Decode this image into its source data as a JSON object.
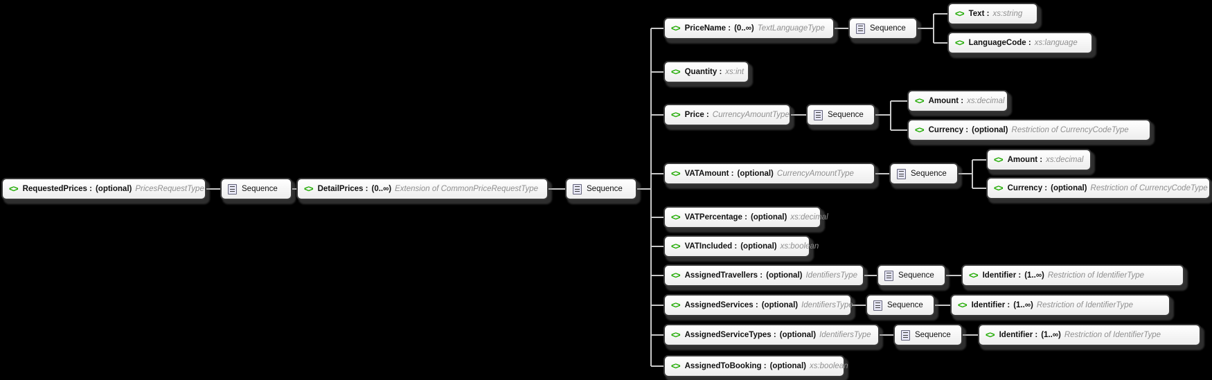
{
  "diagram": {
    "background_color": "#000000",
    "element_icon_glyph": "<>",
    "element_icon_color": "#1faa00",
    "connector_color": "#c9c9c9",
    "sequence_label": "Sequence",
    "structure": "RequestedPrices > Sequence > DetailPrices > Sequence > [PriceName > Sequence > (Text, LanguageCode)], Quantity, [Price > Sequence > (Amount, Currency)], [VATAmount > Sequence > (Amount, Currency)], VATPercentage, VATIncluded, [AssignedTravellers > Sequence > Identifier], [AssignedServices > Sequence > Identifier], [AssignedServiceTypes > Sequence > Identifier], AssignedToBooking",
    "nodes": {
      "requestedPrices": {
        "label": "RequestedPrices :",
        "cardinality": "(optional)",
        "type": "PricesRequestType"
      },
      "detailPrices": {
        "label": "DetailPrices :",
        "cardinality": "(0..∞)",
        "type": "Extension of CommonPriceRequestType"
      },
      "priceName": {
        "label": "PriceName :",
        "cardinality": "(0..∞)",
        "type": "TextLanguageType"
      },
      "text": {
        "label": "Text :",
        "type": "xs:string"
      },
      "languageCode": {
        "label": "LanguageCode :",
        "type": "xs:language"
      },
      "quantity": {
        "label": "Quantity :",
        "type": "xs:int"
      },
      "price": {
        "label": "Price :",
        "type": "CurrencyAmountType"
      },
      "priceAmount": {
        "label": "Amount :",
        "type": "xs:decimal"
      },
      "priceCurrency": {
        "label": "Currency :",
        "cardinality": "(optional)",
        "type": "Restriction of CurrencyCodeType"
      },
      "vatAmount": {
        "label": "VATAmount :",
        "cardinality": "(optional)",
        "type": "CurrencyAmountType"
      },
      "vatAmountAmount": {
        "label": "Amount :",
        "type": "xs:decimal"
      },
      "vatAmountCurrency": {
        "label": "Currency :",
        "cardinality": "(optional)",
        "type": "Restriction of CurrencyCodeType"
      },
      "vatPercentage": {
        "label": "VATPercentage :",
        "cardinality": "(optional)",
        "type": "xs:decimal"
      },
      "vatIncluded": {
        "label": "VATIncluded :",
        "cardinality": "(optional)",
        "type": "xs:boolean"
      },
      "assignedTravellers": {
        "label": "AssignedTravellers :",
        "cardinality": "(optional)",
        "type": "IdentifiersType"
      },
      "assignedTravellersIdentifier": {
        "label": "Identifier :",
        "cardinality": "(1..∞)",
        "type": "Restriction of IdentifierType"
      },
      "assignedServices": {
        "label": "AssignedServices :",
        "cardinality": "(optional)",
        "type": "IdentifiersType"
      },
      "assignedServicesIdentifier": {
        "label": "Identifier :",
        "cardinality": "(1..∞)",
        "type": "Restriction of IdentifierType"
      },
      "assignedServiceTypes": {
        "label": "AssignedServiceTypes :",
        "cardinality": "(optional)",
        "type": "IdentifiersType"
      },
      "assignedServiceTypesIdentifier": {
        "label": "Identifier :",
        "cardinality": "(1..∞)",
        "type": "Restriction of IdentifierType"
      },
      "assignedToBooking": {
        "label": "AssignedToBooking :",
        "cardinality": "(optional)",
        "type": "xs:boolean"
      }
    }
  }
}
